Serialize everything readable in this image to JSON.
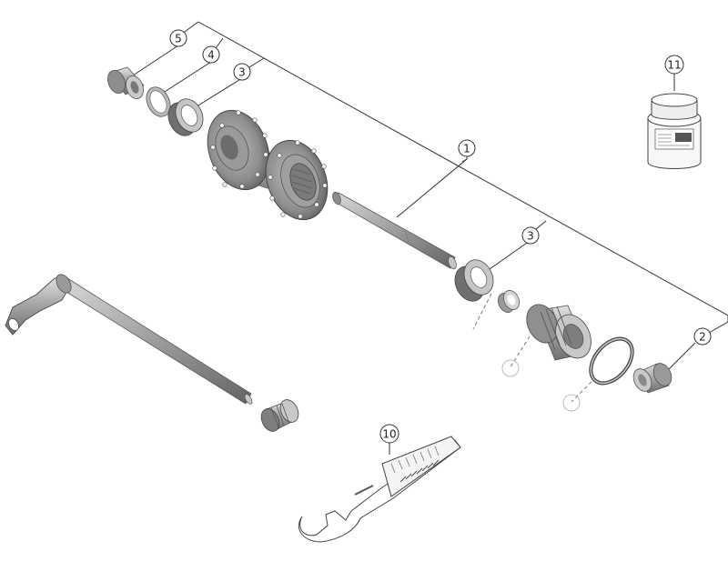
{
  "callouts": [
    {
      "id": "c1",
      "label": "1"
    },
    {
      "id": "c2",
      "label": "2"
    },
    {
      "id": "c3a",
      "label": "3"
    },
    {
      "id": "c3b",
      "label": "3"
    },
    {
      "id": "c4",
      "label": "4"
    },
    {
      "id": "c5",
      "label": "5"
    },
    {
      "id": "c10",
      "label": "10"
    },
    {
      "id": "c11",
      "label": "11"
    }
  ],
  "parts": [
    "end-cap-left",
    "spacer-ring",
    "bearing-left",
    "hub-shell",
    "hub-axle",
    "bearing-right",
    "bearing-spacer",
    "freehub-body",
    "o-ring",
    "end-cap-right",
    "thru-axle",
    "axle-nut",
    "hub-wrench",
    "grease-jar"
  ],
  "colors": {
    "metal_dark": "#7a7a7a",
    "metal_mid": "#a7a7a7",
    "metal_light": "#d2d2d2",
    "line": "#333333"
  }
}
